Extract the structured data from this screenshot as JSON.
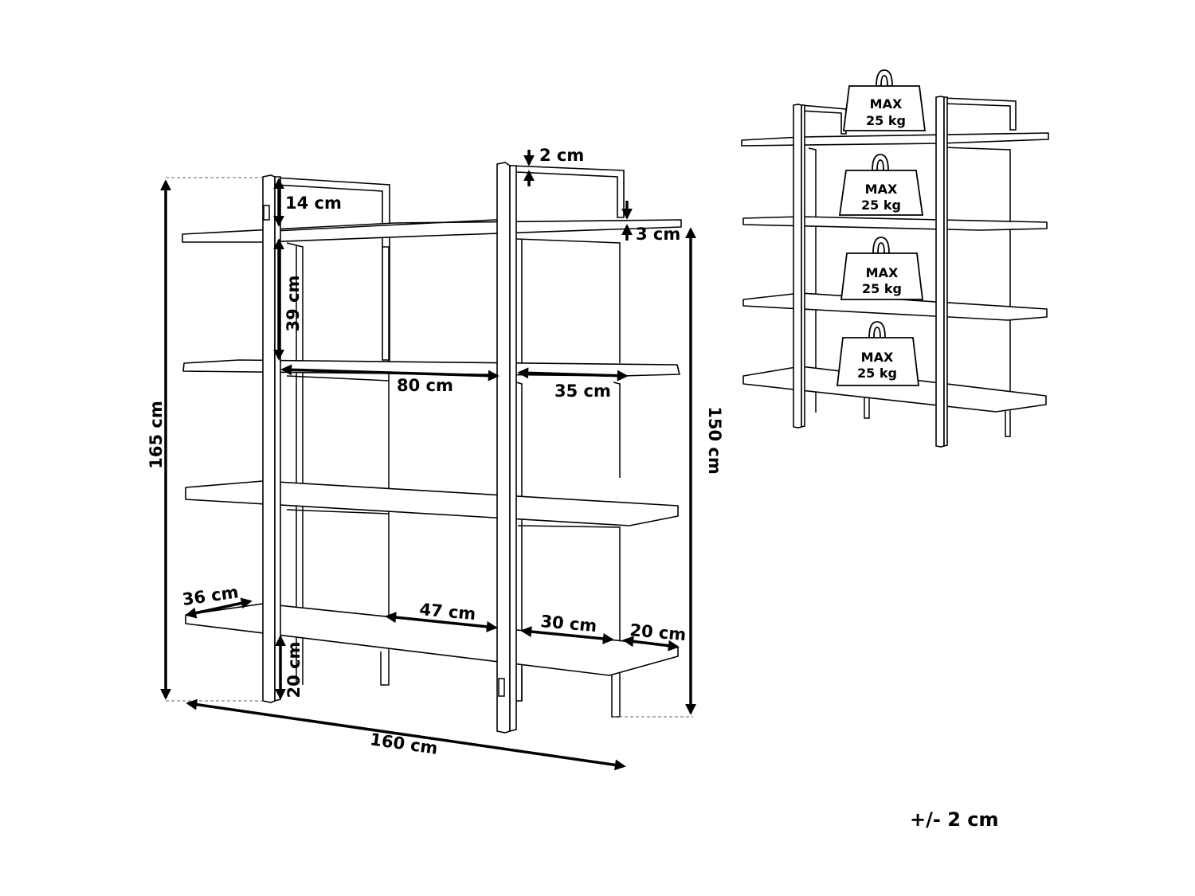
{
  "dimensions": {
    "height_total": "165 cm",
    "height_shelf": "150 cm",
    "width": "160 cm",
    "depth": "36 cm",
    "top_gap": "14 cm",
    "frame_bar": "2 cm",
    "shelf_thickness": "3 cm",
    "shelf_spacing": "39 cm",
    "shelf_width_center": "80 cm",
    "shelf_width_side": "35 cm",
    "bottom_center": "47 cm",
    "bottom_side": "30 cm",
    "bottom_depth": "20 cm",
    "floor_clearance": "20 cm"
  },
  "weights": [
    {
      "max": "MAX",
      "load": "25 kg"
    },
    {
      "max": "MAX",
      "load": "25 kg"
    },
    {
      "max": "MAX",
      "load": "25 kg"
    },
    {
      "max": "MAX",
      "load": "25 kg"
    }
  ],
  "tolerance": "+/- 2 cm"
}
